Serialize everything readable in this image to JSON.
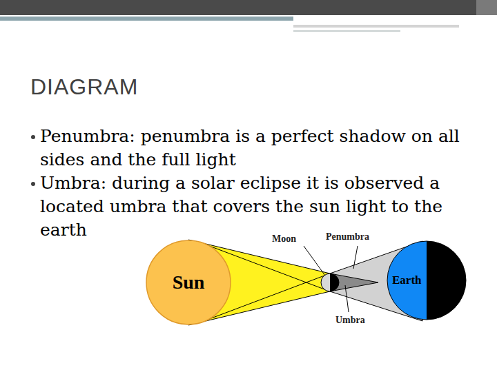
{
  "diagram": {
    "title": "DIAGRAM",
    "nodes": [
      {
        "text": [
          "Sun"
        ]
      },
      {
        "text": [
          "Earth"
        ]
      }
    ],
    "labels": [
      "Penumbra: penumbra is a perfect shadow on all sides and the full light",
      "Umbra: during a solar eclipse it is observed a located umbra that covers the sun light to the earth",
      "Moon",
      "Penumbra",
      "Umbra"
    ]
  }
}
